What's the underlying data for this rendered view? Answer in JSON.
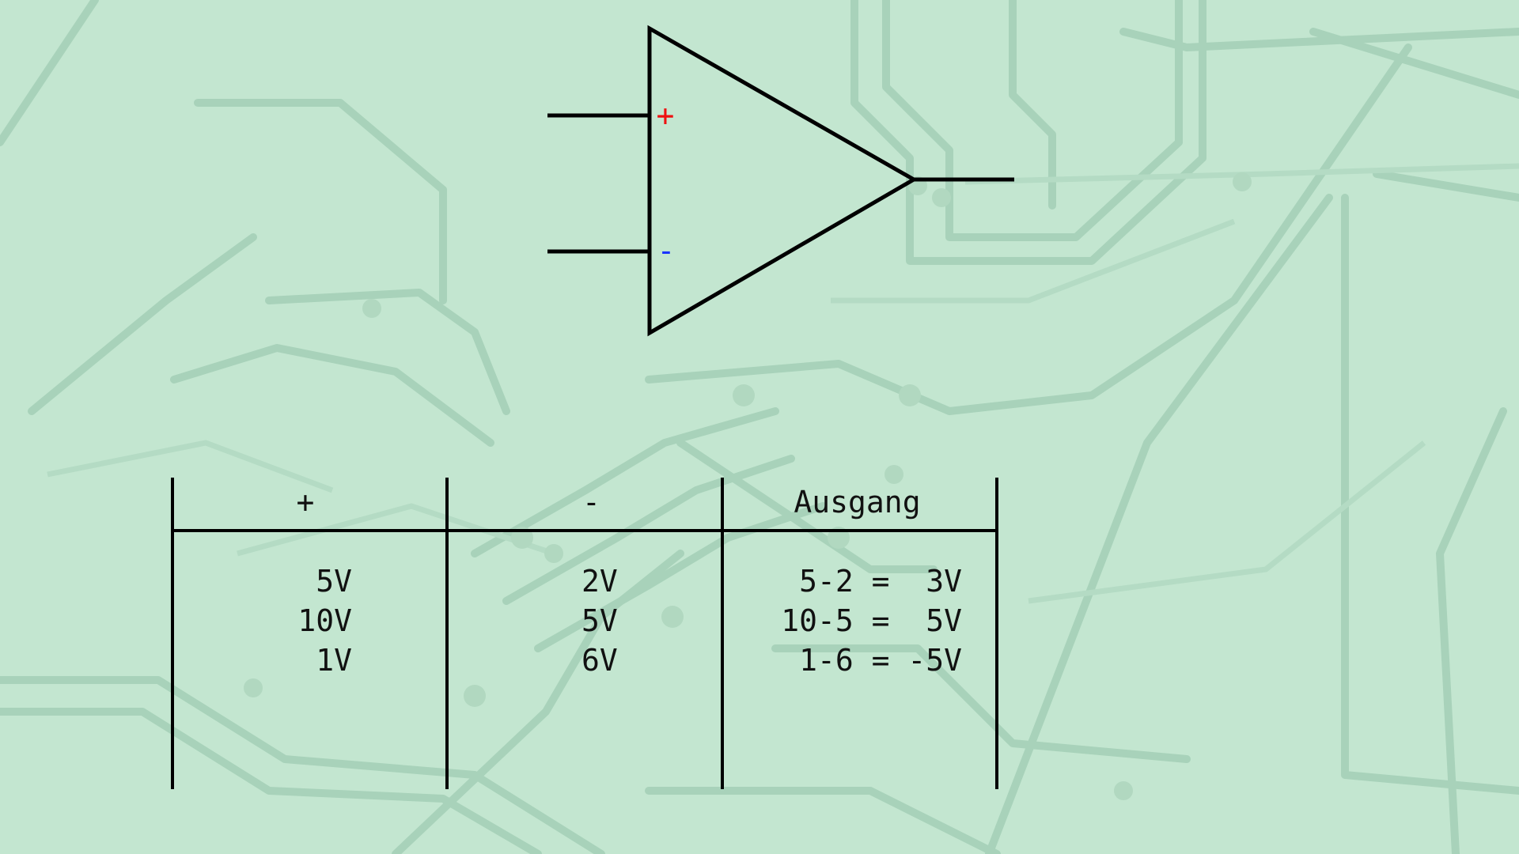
{
  "colors": {
    "background": "#c3e6d0",
    "trace": "#9fc8b0",
    "plus_sign": "#ee1111",
    "minus_sign": "#1a33ff",
    "line": "#000000"
  },
  "opamp": {
    "plus_label": "+",
    "minus_label": "-"
  },
  "table": {
    "headers": [
      "+",
      "-",
      "Ausgang"
    ],
    "rows": [
      {
        "plus": "5V",
        "minus": "2V",
        "out": "5-2 =  3V"
      },
      {
        "plus": "10V",
        "minus": "5V",
        "out": "10-5 =  5V"
      },
      {
        "plus": "1V",
        "minus": "6V",
        "out": "1-6 = -5V"
      }
    ]
  }
}
